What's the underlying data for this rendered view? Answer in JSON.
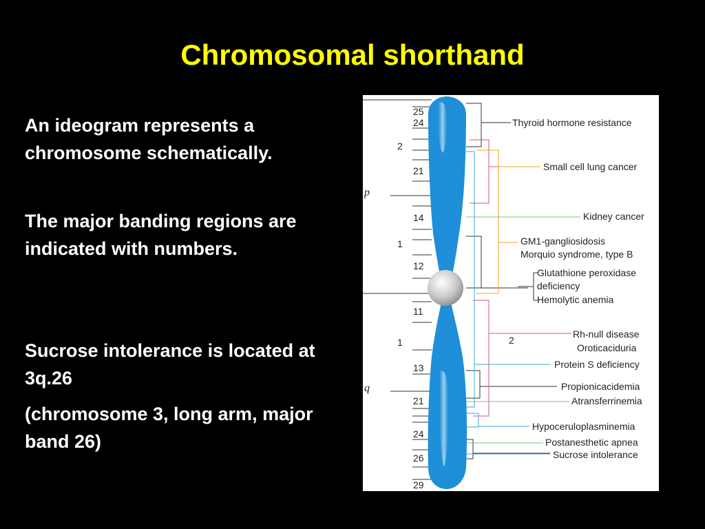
{
  "slide": {
    "title": "Chromosomal shorthand",
    "paragraphs": [
      "An ideogram represents a chromosome schematically.",
      "The major banding regions are indicated with numbers.",
      "Sucrose intolerance is located at 3q.26",
      "(chromosome 3, long arm, major band 26)"
    ]
  },
  "ideogram": {
    "arms": {
      "p": "p",
      "q": "q"
    },
    "bands": [
      "25",
      "24",
      "21",
      "14",
      "12",
      "11",
      "13",
      "21",
      "24",
      "26",
      "29"
    ],
    "regions": {
      "p_outer": "2",
      "p_inner": "1",
      "q_inner": "1",
      "q_outer": "2"
    },
    "diseases": [
      "Thyroid hormone resistance",
      "Small cell lung cancer",
      "Kidney cancer",
      "GM1-gangliosidosis",
      "Morquio syndrome, type B",
      "Glutathione peroxidase",
      "deficiency",
      "Hemolytic anemia",
      "Rh-null disease",
      "Oroticaciduria",
      "Protein S deficiency",
      "Propionicacidemia",
      "Atransferrinemia",
      "Hypoceruloplasminemia",
      "Postanesthetic apnea",
      "Sucrose intolerance"
    ],
    "colors": {
      "chromosome": "#1e8fd8",
      "centromere": "#c8c8c8",
      "orange": "#f5a623",
      "pink": "#d94f8c",
      "teal": "#3aaacf",
      "green": "#7cc47a",
      "dark": "#333333"
    }
  }
}
